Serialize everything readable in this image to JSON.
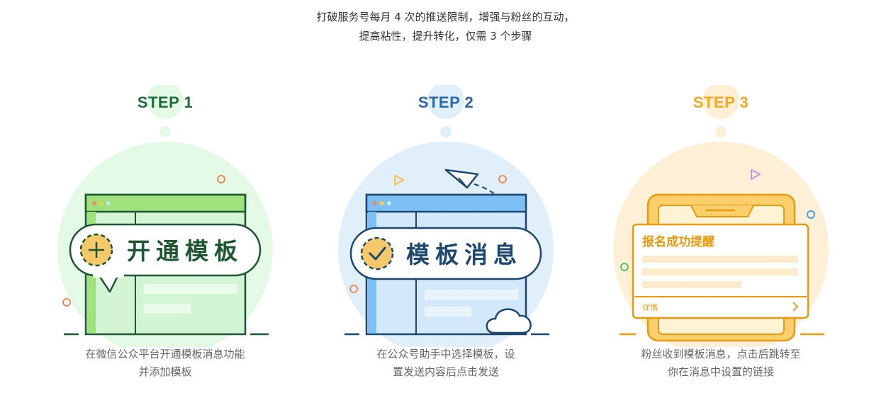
{
  "intro": {
    "line1": "打破服务号每月 4 次的推送限制，增强与粉丝的互动，",
    "line2": "提高粘性，提升转化，仅需 3 个步骤"
  },
  "colors": {
    "step1": "#1d6b3a",
    "step2": "#2a6aa8",
    "step3": "#f5a623"
  },
  "steps": [
    {
      "label": "STEP 1",
      "card_text": "开通模板",
      "icon": "plus-circle-icon",
      "caption_line1": "在微信公众平台开通模板消息功能",
      "caption_line2": "并添加模板"
    },
    {
      "label": "STEP 2",
      "card_text": "模板消息",
      "icon": "check-circle-icon",
      "caption_line1": "在公众号助手中选择模板，设",
      "caption_line2": "置发送内容后点击发送"
    },
    {
      "label": "STEP 3",
      "card_title": "报名成功提醒",
      "card_link": "详情",
      "icon": "chevron-right-icon",
      "caption_line1": "粉丝收到模板消息，点击后跳转至",
      "caption_line2": "你在消息中设置的链接"
    }
  ]
}
